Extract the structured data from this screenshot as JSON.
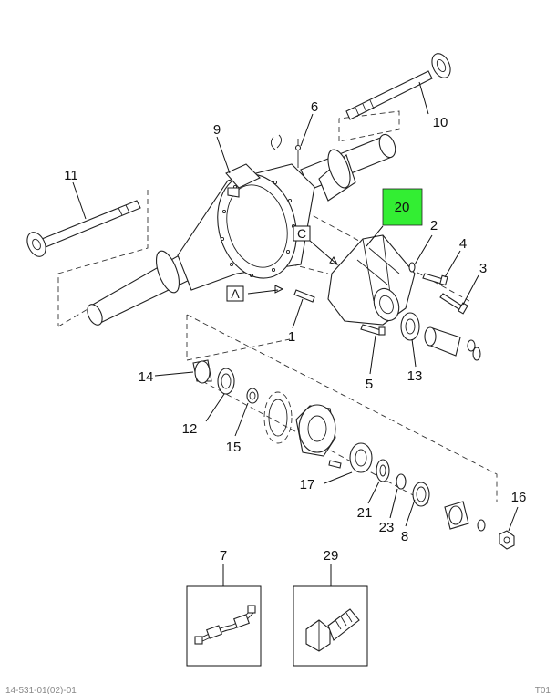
{
  "callouts": {
    "c1": "1",
    "c2": "2",
    "c3": "3",
    "c4": "4",
    "c5": "5",
    "c6": "6",
    "c7": "7",
    "c8": "8",
    "c9": "9",
    "c10": "10",
    "c11": "11",
    "c12": "12",
    "c13": "13",
    "c14": "14",
    "c15": "15",
    "c16": "16",
    "c17": "17",
    "c20": "20",
    "c21": "21",
    "c23": "23",
    "c29": "29"
  },
  "reference_boxes": {
    "a": "A",
    "c": "C"
  },
  "highlight": {
    "part": "20",
    "color": "#33ee33"
  },
  "footer": {
    "left": "14-531-01(02)-01",
    "right": "T01"
  }
}
